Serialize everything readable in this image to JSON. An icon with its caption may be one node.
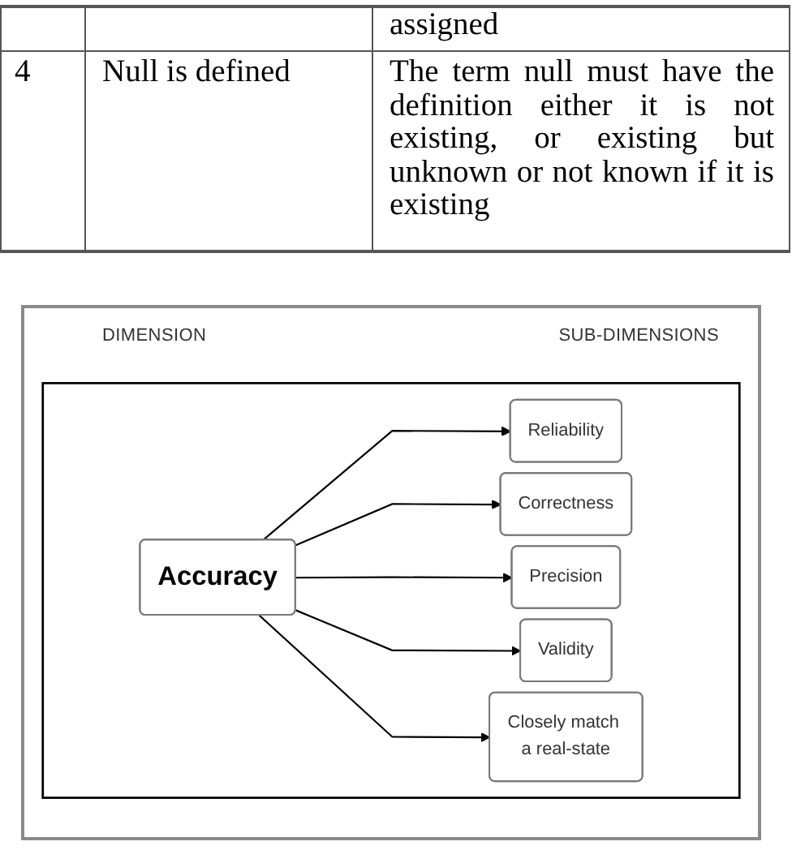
{
  "diagram": {
    "nodes": [
      {
        "text": [],
        "shape": "box"
      },
      {
        "text": [
          "Accuracy"
        ],
        "in": 0
      },
      {
        "text": [
          "Reliability"
        ],
        "in": 0
      },
      {
        "text": [
          "Correctness"
        ],
        "in": 0
      },
      {
        "text": [
          "Precision"
        ],
        "in": 0
      },
      {
        "text": [
          "Validity"
        ],
        "in": 0
      },
      {
        "text": [
          "Closely match a real-state"
        ],
        "in": 0
      }
    ],
    "edges": [
      {
        "from": 1,
        "to": 2,
        "arrow": "to"
      },
      {
        "from": 1,
        "to": 3,
        "arrow": "to"
      },
      {
        "from": 1,
        "to": 4,
        "arrow": "to"
      },
      {
        "from": 1,
        "to": 5,
        "arrow": "to"
      },
      {
        "from": 1,
        "to": 6,
        "arrow": "to"
      }
    ],
    "labels": [
      "assigned",
      "4",
      "Null is defined",
      "The term null must have the definition either it is not existing, or existing but unknown or not known if it is existing",
      "DIMENSION",
      "SUB-DIMENSIONS"
    ]
  }
}
